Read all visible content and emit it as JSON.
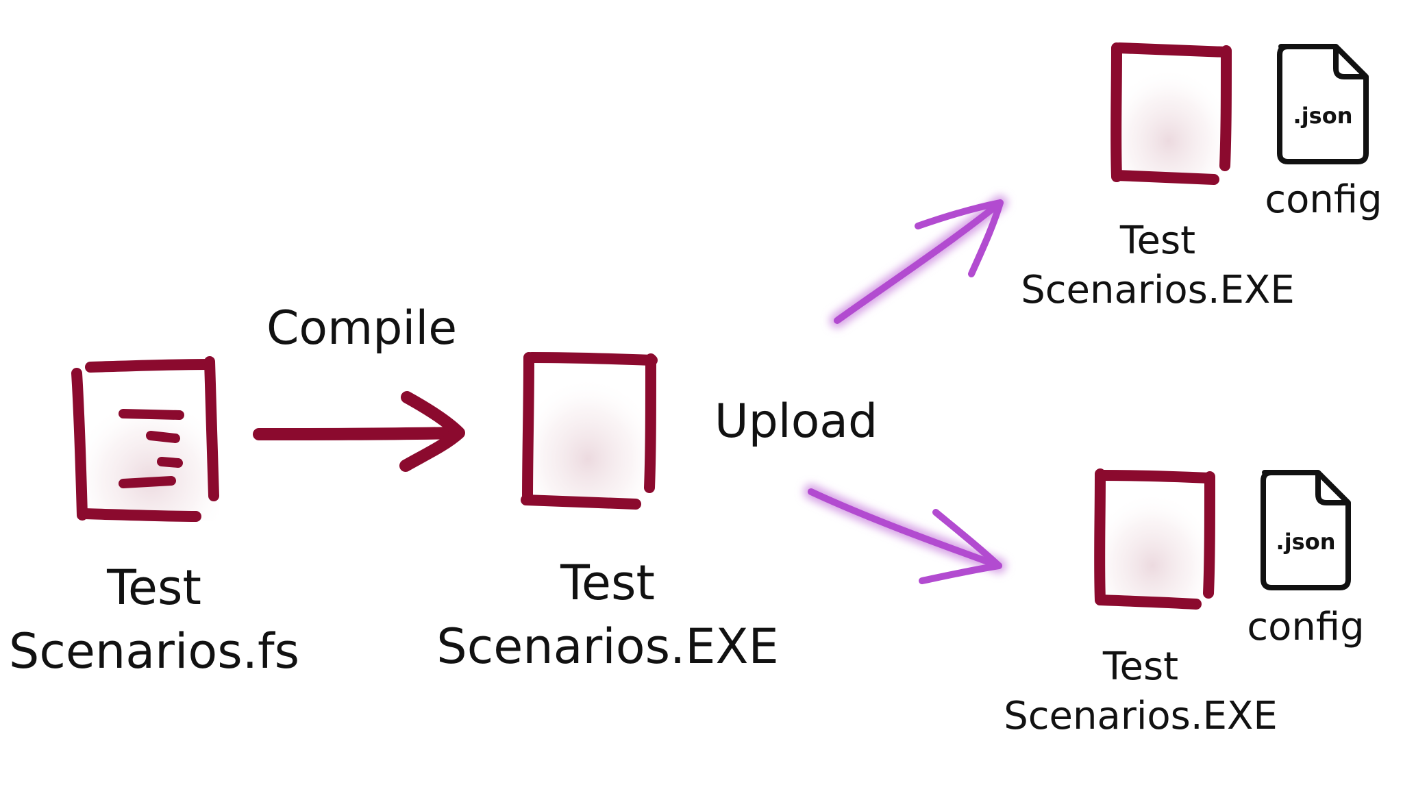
{
  "colors": {
    "file_stroke": "#8b0a2e",
    "upload_arrow": "#b24bd0",
    "compile_arrow": "#8b0a2e",
    "text": "#111111",
    "json_icon": "#111111"
  },
  "labels": {
    "compile": "Compile",
    "upload": "Upload"
  },
  "source_file": {
    "line1": "Test",
    "line2": "Scenarios.fs"
  },
  "compiled_file": {
    "line1": "Test",
    "line2": "Scenarios.EXE"
  },
  "targets": [
    {
      "exe_line1": "Test",
      "exe_line2": "Scenarios.EXE",
      "json_label": ".json",
      "config_label": "config"
    },
    {
      "exe_line1": "Test",
      "exe_line2": "Scenarios.EXE",
      "json_label": ".json",
      "config_label": "config"
    }
  ]
}
